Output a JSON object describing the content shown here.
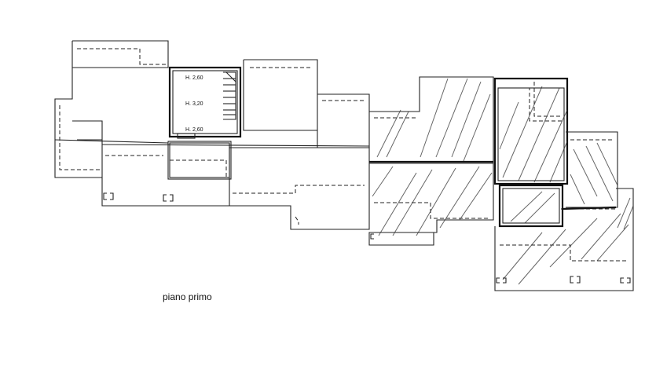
{
  "heights": {
    "upper": "H. 2,60",
    "middle": "H. 3,20",
    "lower": "H. 2,60"
  },
  "caption": "piano primo",
  "colors": {
    "line": "#222222",
    "background": "#ffffff"
  }
}
